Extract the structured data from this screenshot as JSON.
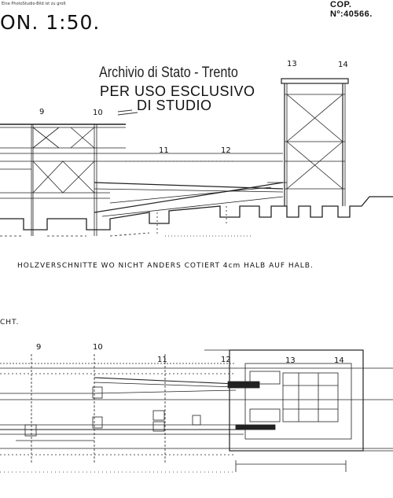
{
  "header": {
    "top_note": "Eine PhotoStudio-Bild ist zu groß",
    "copy_number": "COP. Nº:40566."
  },
  "drawing": {
    "scale_title": "ON. 1:50.",
    "caption": "HOLZVERSCHNITTE WO NICHT ANDERS COTIERT 4cm HALB AUF HALB.",
    "plan_heading": "CHT.",
    "elevation_markers": [
      "9",
      "10",
      "11",
      "12",
      "13",
      "14"
    ],
    "plan_markers": [
      "9",
      "10",
      "11",
      "12",
      "13",
      "14"
    ]
  },
  "stamp": {
    "line1": "Archivio di Stato - Trento",
    "line2": "PER USO ESCLUSIVO",
    "line3": "DI STUDIO"
  }
}
